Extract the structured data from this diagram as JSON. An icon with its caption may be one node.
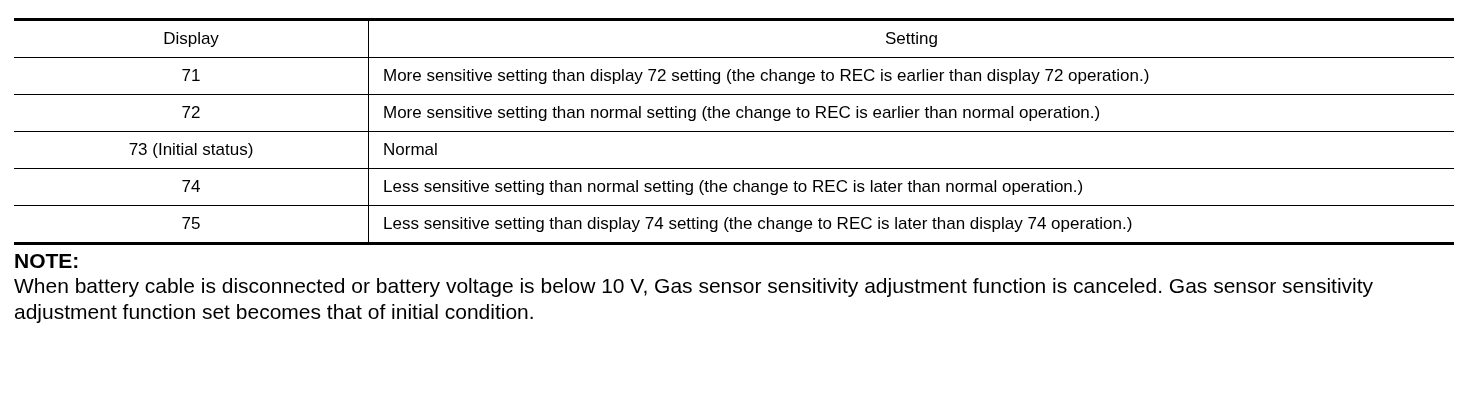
{
  "diagram": {
    "labels": [
      "Display",
      "Setting",
      "71",
      "More sensitive setting than display 72 setting (the change to REC is earlier than display 72 operation.)",
      "72",
      "More sensitive setting than normal setting (the change to REC is earlier than normal operation.)",
      "73 (Initial status)",
      "Normal",
      "74",
      "Less sensitive setting than normal setting (the change to REC is later than normal operation.)",
      "75",
      "Less sensitive setting than display 74 setting (the change to REC is later than display 74 operation.)",
      "NOTE:",
      "When battery cable is disconnected or battery voltage is below 10 V, Gas sensor sensitivity adjustment function is canceled. Gas sensor sensitivity adjustment function set becomes that of initial condition."
    ]
  }
}
